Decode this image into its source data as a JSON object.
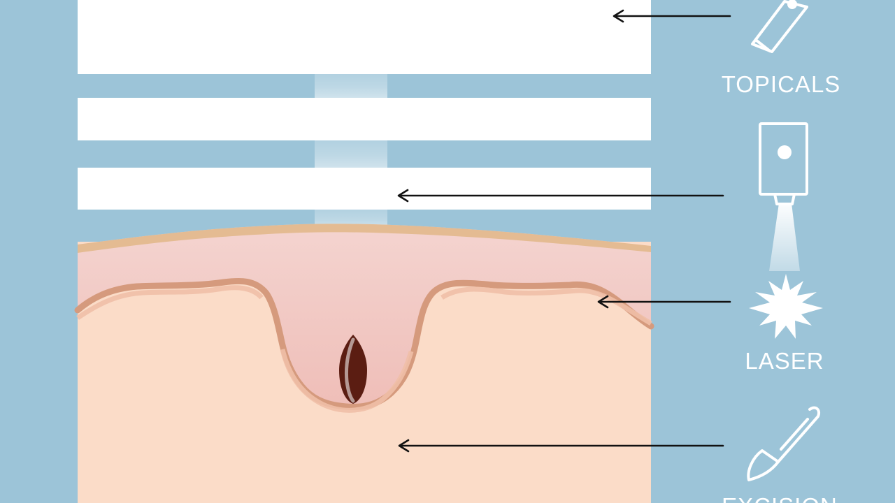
{
  "labels": {
    "topicals": "TOPICALS",
    "laser": "LASER",
    "excision": "EXCISION"
  },
  "colors": {
    "background": "#9cc4d8",
    "panel_white": "#ffffff",
    "skin_top": "#e4bb92",
    "skin_middle": "#f2c6c3",
    "skin_dermis": "#fbdcc8",
    "skin_border": "#d59a7d",
    "scar_dark": "#5b1d12",
    "arrow": "#111111",
    "icon": "#ffffff"
  },
  "icons": [
    "topicals-tube-icon",
    "laser-device-icon",
    "laser-burst-icon",
    "scalpel-icon"
  ]
}
